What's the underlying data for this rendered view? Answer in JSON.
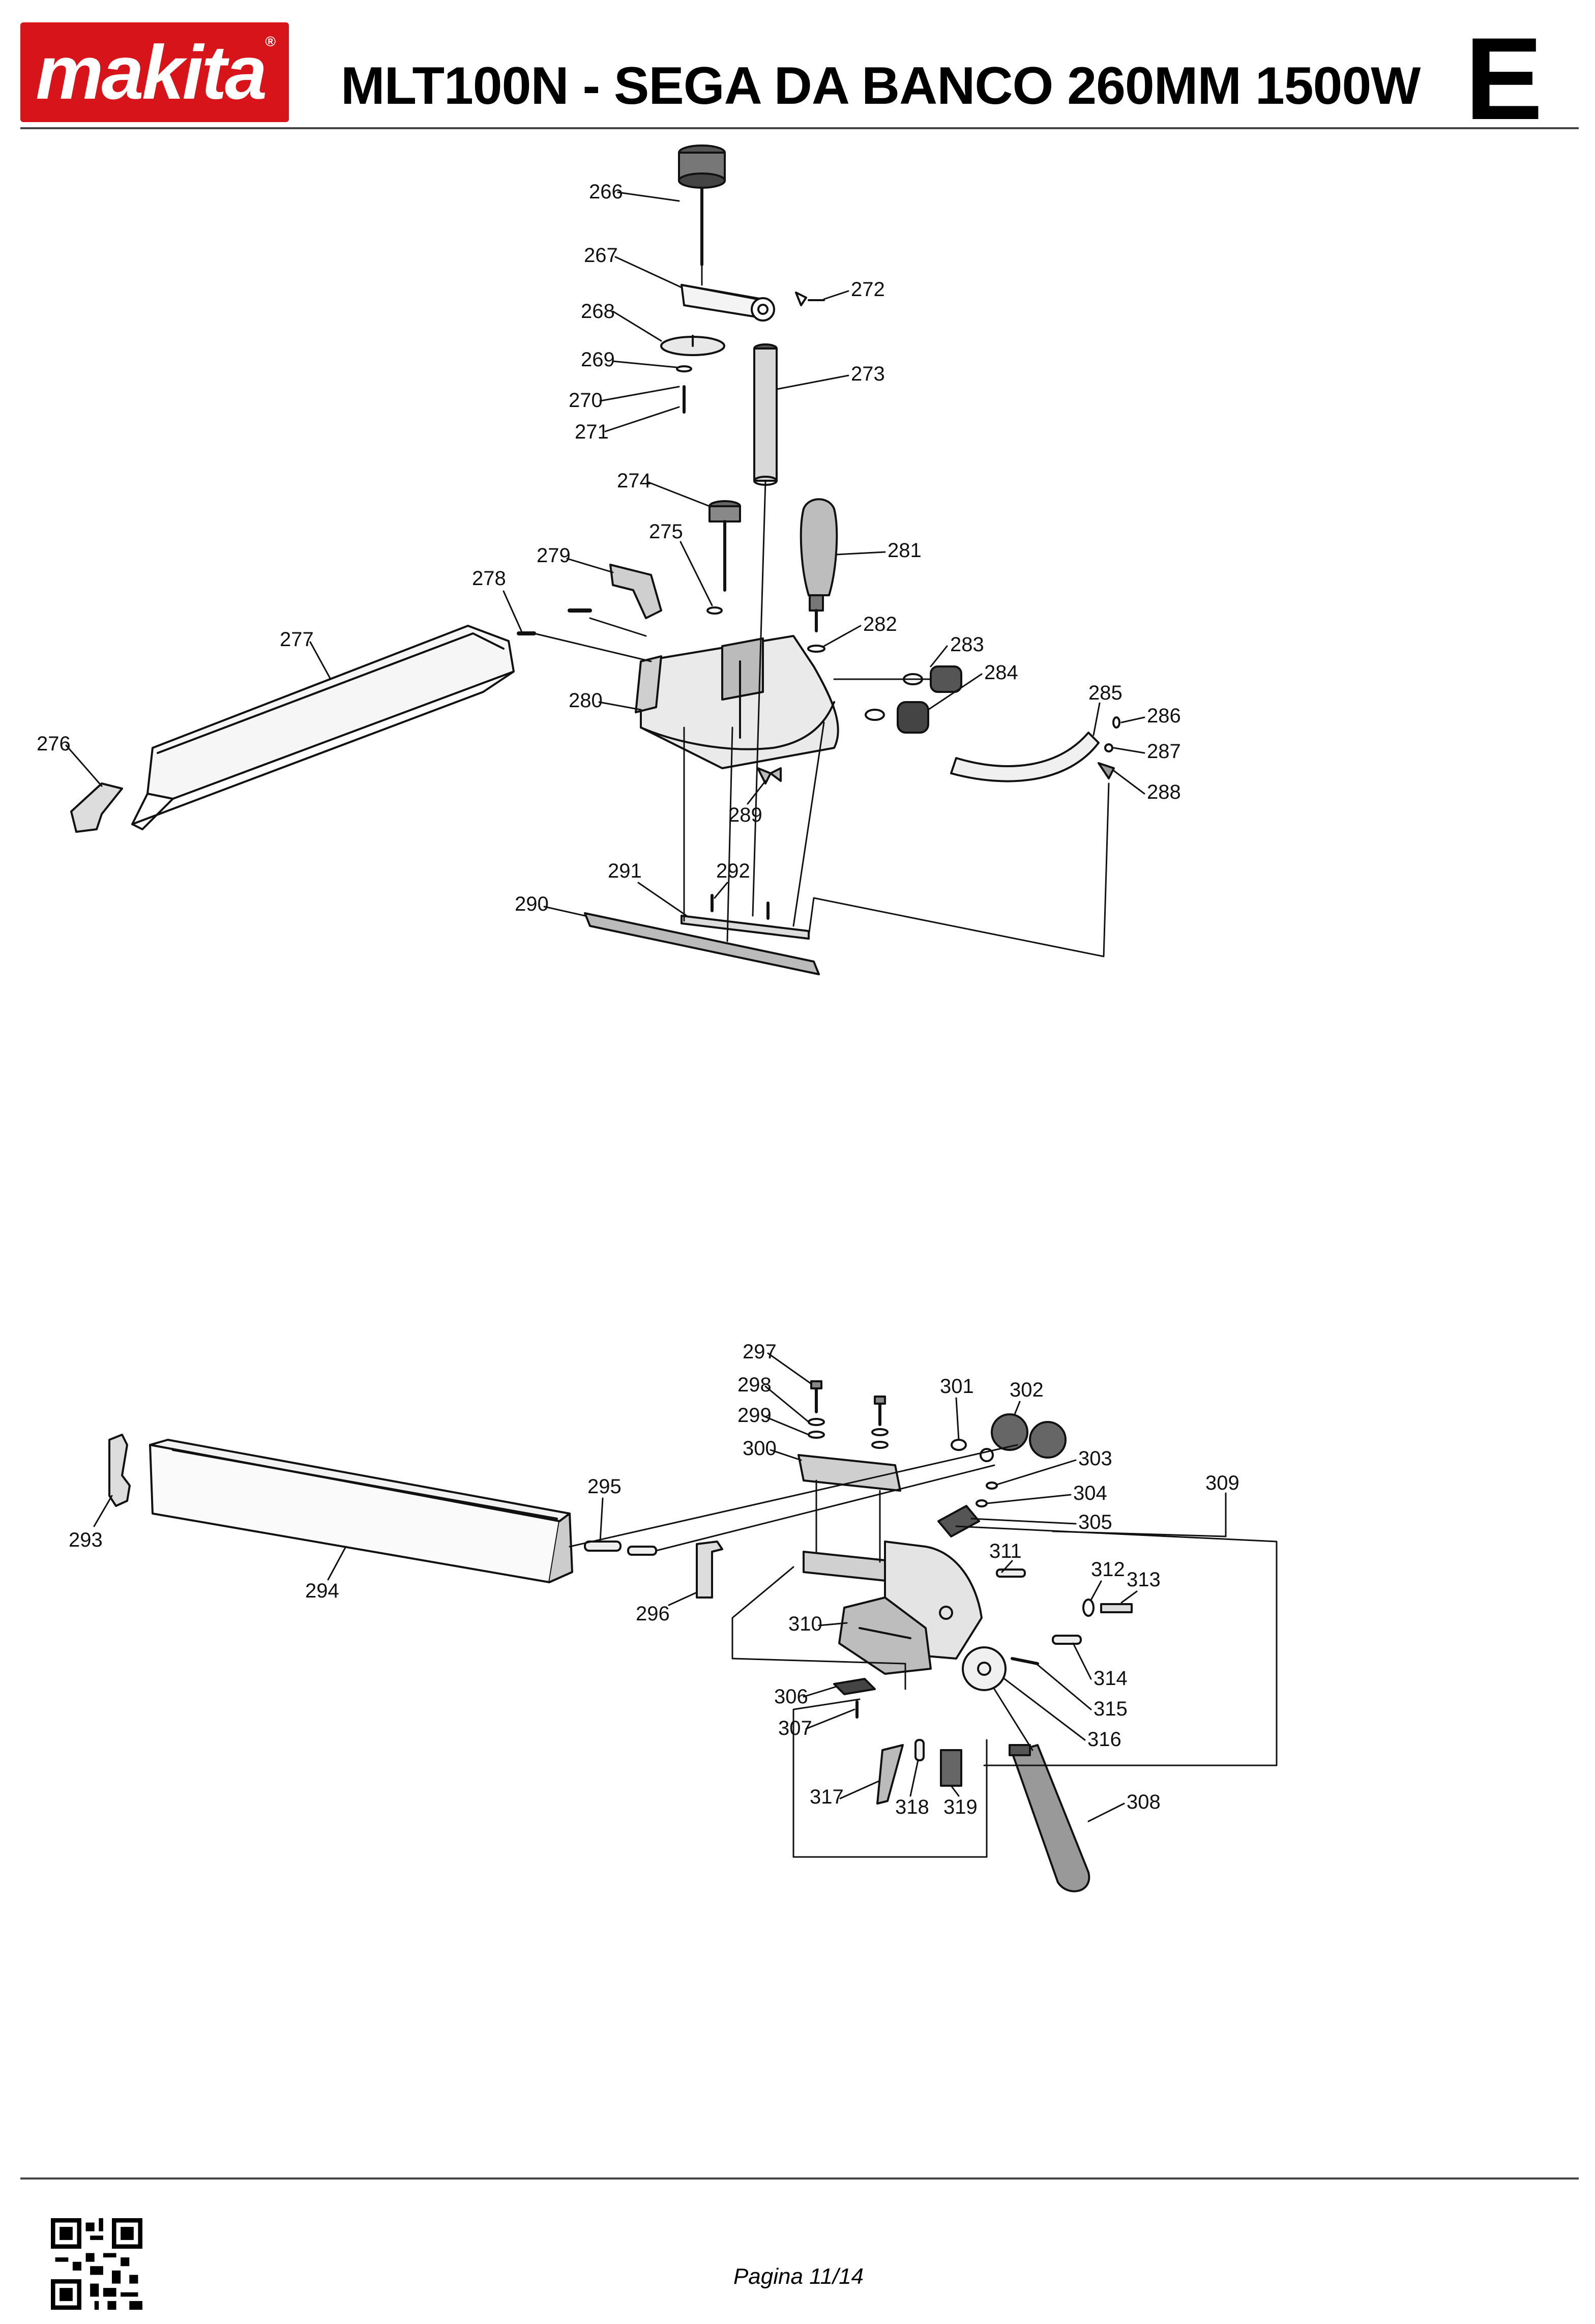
{
  "header": {
    "brand": "makita",
    "title": "MLT100N - SEGA DA BANCO 260MM 1500W",
    "section_letter": "E"
  },
  "footer": {
    "page_label": "Pagina 11/14"
  },
  "diagram_top": {
    "labels": [
      "266",
      "267",
      "268",
      "269",
      "270",
      "271",
      "272",
      "273",
      "274",
      "275",
      "276",
      "277",
      "278",
      "279",
      "280",
      "281",
      "282",
      "283",
      "284",
      "285",
      "286",
      "287",
      "288",
      "289",
      "290",
      "291",
      "292"
    ]
  },
  "diagram_bottom": {
    "labels": [
      "293",
      "294",
      "295",
      "296",
      "297",
      "298",
      "299",
      "300",
      "301",
      "302",
      "303",
      "304",
      "305",
      "306",
      "307",
      "308",
      "309",
      "310",
      "311",
      "312",
      "313",
      "314",
      "315",
      "316",
      "317",
      "318",
      "319"
    ]
  }
}
